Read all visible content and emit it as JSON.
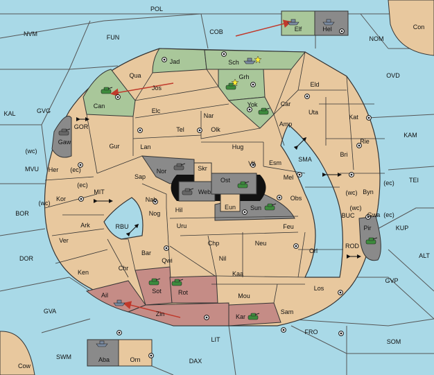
{
  "colors": {
    "water": "#a9d9e7",
    "land": "#e8c89e",
    "captured_green": "#a9c79a",
    "captured_red": "#c58c86",
    "impassable": "#8a8a8a",
    "black": "#111111",
    "border": "#333333",
    "arrow": "#c0392b"
  },
  "icons": {
    "supply_center": "supply-center-icon",
    "army": "army-icon",
    "fleet": "fleet-icon",
    "explosion": "explosion-icon"
  },
  "sea_labels": [
    {
      "key": "pol",
      "text": "POL"
    },
    {
      "key": "nvm",
      "text": "NVM"
    },
    {
      "key": "fun",
      "text": "FUN"
    },
    {
      "key": "cob",
      "text": "COB"
    },
    {
      "key": "nom",
      "text": "NOM"
    },
    {
      "key": "con",
      "text": "Con"
    },
    {
      "key": "ovd",
      "text": "OVD"
    },
    {
      "key": "kal",
      "text": "KAL"
    },
    {
      "key": "gvg",
      "text": "GVG"
    },
    {
      "key": "kam",
      "text": "KAM"
    },
    {
      "key": "mvu",
      "text": "MVU"
    },
    {
      "key": "tei",
      "text": "TEI"
    },
    {
      "key": "bor",
      "text": "BOR"
    },
    {
      "key": "mit",
      "text": "MIT"
    },
    {
      "key": "sma",
      "text": "SMA"
    },
    {
      "key": "gor",
      "text": "GOR"
    },
    {
      "key": "rbu",
      "text": "RBU"
    },
    {
      "key": "buc",
      "text": "BUC"
    },
    {
      "key": "kup",
      "text": "KUP"
    },
    {
      "key": "dor",
      "text": "DOR"
    },
    {
      "key": "alt",
      "text": "ALT"
    },
    {
      "key": "rod",
      "text": "ROD"
    },
    {
      "key": "gvp",
      "text": "GVP"
    },
    {
      "key": "gva",
      "text": "GVA"
    },
    {
      "key": "fro",
      "text": "FRO"
    },
    {
      "key": "lit",
      "text": "LIT"
    },
    {
      "key": "som",
      "text": "SOM"
    },
    {
      "key": "swm",
      "text": "SWM"
    },
    {
      "key": "dax",
      "text": "DAX"
    },
    {
      "key": "cow",
      "text": "Cow"
    }
  ],
  "land_labels": [
    {
      "key": "elf",
      "text": "Elf"
    },
    {
      "key": "hel",
      "text": "Hel"
    },
    {
      "key": "jad",
      "text": "Jad"
    },
    {
      "key": "sch",
      "text": "Sch"
    },
    {
      "key": "qua",
      "text": "Qua"
    },
    {
      "key": "grh",
      "text": "Grh"
    },
    {
      "key": "jos",
      "text": "Jos"
    },
    {
      "key": "eld",
      "text": "Eld"
    },
    {
      "key": "can",
      "text": "Can"
    },
    {
      "key": "yok",
      "text": "Yok"
    },
    {
      "key": "car",
      "text": "Car"
    },
    {
      "key": "elc",
      "text": "Elc"
    },
    {
      "key": "nar",
      "text": "Nar"
    },
    {
      "key": "uta",
      "text": "Uta"
    },
    {
      "key": "kat",
      "text": "Kat"
    },
    {
      "key": "amp",
      "text": "Amp"
    },
    {
      "key": "tel",
      "text": "Tel"
    },
    {
      "key": "olk",
      "text": "Olk"
    },
    {
      "key": "gaw",
      "text": "Gaw"
    },
    {
      "key": "gur",
      "text": "Gur"
    },
    {
      "key": "lan",
      "text": "Lan"
    },
    {
      "key": "hug",
      "text": "Hug"
    },
    {
      "key": "rie",
      "text": "Rie"
    },
    {
      "key": "bri",
      "text": "Bri"
    },
    {
      "key": "wc1",
      "text": "(wc)"
    },
    {
      "key": "vil",
      "text": "Vil"
    },
    {
      "key": "esm",
      "text": "Esm"
    },
    {
      "key": "her",
      "text": "Her"
    },
    {
      "key": "ec1",
      "text": "(ec)"
    },
    {
      "key": "nor",
      "text": "Nor"
    },
    {
      "key": "skr",
      "text": "Skr"
    },
    {
      "key": "sap",
      "text": "Sap"
    },
    {
      "key": "ost",
      "text": "Ost"
    },
    {
      "key": "mel",
      "text": "Mel"
    },
    {
      "key": "ec2",
      "text": "(ec)"
    },
    {
      "key": "web",
      "text": "Web"
    },
    {
      "key": "wc2",
      "text": "(wc)"
    },
    {
      "key": "byn",
      "text": "Byn"
    },
    {
      "key": "ec3",
      "text": "(ec)"
    },
    {
      "key": "kor",
      "text": "Kor"
    },
    {
      "key": "wc3",
      "text": "(wc)"
    },
    {
      "key": "nab",
      "text": "Nab"
    },
    {
      "key": "obs",
      "text": "Obs"
    },
    {
      "key": "eun",
      "text": "Eun"
    },
    {
      "key": "hil",
      "text": "Hil"
    },
    {
      "key": "sun",
      "text": "Sun"
    },
    {
      "key": "wc4",
      "text": "(wc)"
    },
    {
      "key": "gwa",
      "text": "Gwa"
    },
    {
      "key": "ec4",
      "text": "(ec)"
    },
    {
      "key": "ark",
      "text": "Ark"
    },
    {
      "key": "nog",
      "text": "Nog"
    },
    {
      "key": "uru",
      "text": "Uru"
    },
    {
      "key": "feu",
      "text": "Feu"
    },
    {
      "key": "pir",
      "text": "Pir"
    },
    {
      "key": "ver",
      "text": "Ver"
    },
    {
      "key": "chp",
      "text": "Chp"
    },
    {
      "key": "neu",
      "text": "Neu"
    },
    {
      "key": "bar",
      "text": "Bar"
    },
    {
      "key": "qwi",
      "text": "Qwi"
    },
    {
      "key": "orl",
      "text": "Orl"
    },
    {
      "key": "nil",
      "text": "Nil"
    },
    {
      "key": "chr",
      "text": "Chr"
    },
    {
      "key": "ken",
      "text": "Ken"
    },
    {
      "key": "kaa",
      "text": "Kaa"
    },
    {
      "key": "sot",
      "text": "Sot"
    },
    {
      "key": "rot",
      "text": "Rot"
    },
    {
      "key": "los",
      "text": "Los"
    },
    {
      "key": "ail",
      "text": "Ail"
    },
    {
      "key": "mou",
      "text": "Mou"
    },
    {
      "key": "sam",
      "text": "Sam"
    },
    {
      "key": "zin",
      "text": "Zin"
    },
    {
      "key": "kar",
      "text": "Kar"
    },
    {
      "key": "aba",
      "text": "Aba"
    },
    {
      "key": "orn",
      "text": "Orn"
    }
  ]
}
